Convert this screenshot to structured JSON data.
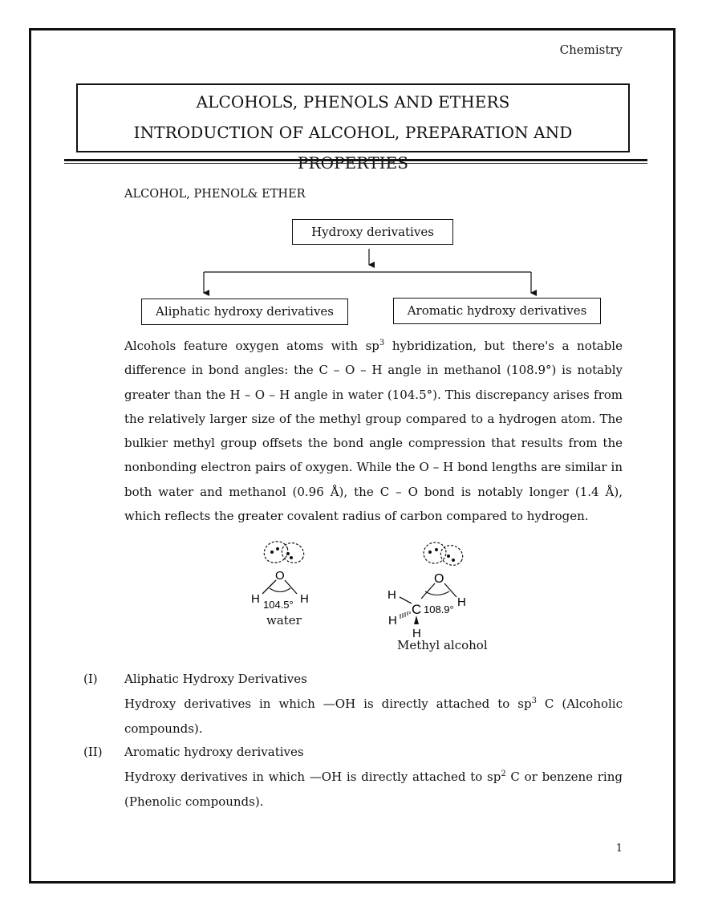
{
  "header": {
    "subject": "Chemistry"
  },
  "title": {
    "line1": "ALCOHOLS, PHENOLS AND ETHERS",
    "line2": "INTRODUCTION OF ALCOHOL, PREPARATION AND PROPERTIES"
  },
  "section_heading": "ALCOHOL, PHENOL& ETHER",
  "tree": {
    "root": "Hydroxy derivatives",
    "left": "Aliphatic hydroxy derivatives",
    "right": "Aromatic hydroxy derivatives"
  },
  "paragraph": {
    "p1a": "Alcohols feature oxygen atoms with sp",
    "p1sup": "3",
    "p1b": " hybridization, but there's a notable difference in bond angles: the C – O – H angle in methanol (108.9°) is notably greater than the H – O – H angle in water (104.5°). This discrepancy arises from the relatively larger size of the methyl group compared to a hydrogen atom. The bulkier methyl group offsets the bond angle compression that results from the nonbonding electron pairs of oxygen. While the O – H bond lengths are similar in both water and methanol (0.96 Å), the C – O bond is notably longer (1.4 Å), which reflects the greater covalent radius of carbon compared to hydrogen."
  },
  "figures": {
    "water": {
      "o": "O",
      "h": "H",
      "angle": "104.5°",
      "caption": "water"
    },
    "methanol": {
      "o": "O",
      "c": "C",
      "h": "H",
      "angle": "108.9°",
      "caption": "Methyl alcohol"
    }
  },
  "items": [
    {
      "num": "(I)",
      "title": "Aliphatic Hydroxy Derivatives",
      "body_a": "Hydroxy derivatives in which —OH is directly attached to sp",
      "body_sup": "3",
      "body_b": " C (Alcoholic compounds)."
    },
    {
      "num": "(II)",
      "title": "Aromatic hydroxy derivatives",
      "body_a": "Hydroxy derivatives in which —OH is directly attached to sp",
      "body_sup": "2",
      "body_b": " C or benzene ring (Phenolic compounds)."
    }
  ],
  "page_number": "1"
}
